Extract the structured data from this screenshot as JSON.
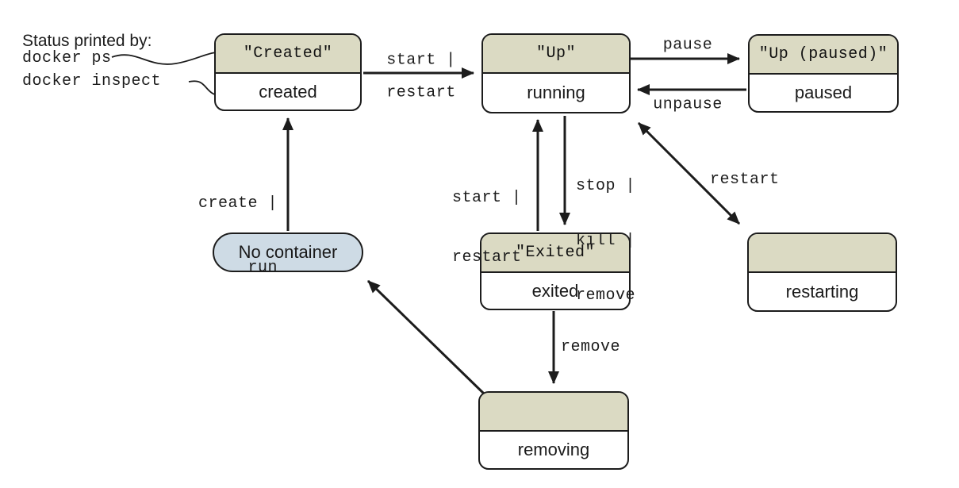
{
  "annotation": {
    "title": "Status printed by:",
    "commands": [
      "docker ps",
      "docker inspect"
    ]
  },
  "states": {
    "created": {
      "title": "\"Created\"",
      "status": "created"
    },
    "running": {
      "title": "\"Up\"",
      "status": "running"
    },
    "paused": {
      "title": "\"Up (paused)\"",
      "status": "paused"
    },
    "exited": {
      "title": "\"Exited\"",
      "status": "exited"
    },
    "restarting": {
      "title": "",
      "status": "restarting"
    },
    "removing": {
      "title": "",
      "status": "removing"
    },
    "no_container": {
      "label": "No container"
    }
  },
  "transitions": {
    "start_restart_top": [
      "start |",
      "restart"
    ],
    "pause": "pause",
    "unpause": "unpause",
    "start_restart_mid": [
      "start |",
      "restart"
    ],
    "stop_kill_remove": [
      "stop |",
      "kill |",
      "remove"
    ],
    "restart_diag": "restart",
    "remove": "remove",
    "create_run": [
      "create |",
      "run"
    ]
  },
  "colors": {
    "state_header": "#dbdac3",
    "no_container_fill": "#cedbe5",
    "line": "#1c1c1c",
    "background": "#ffffff"
  }
}
